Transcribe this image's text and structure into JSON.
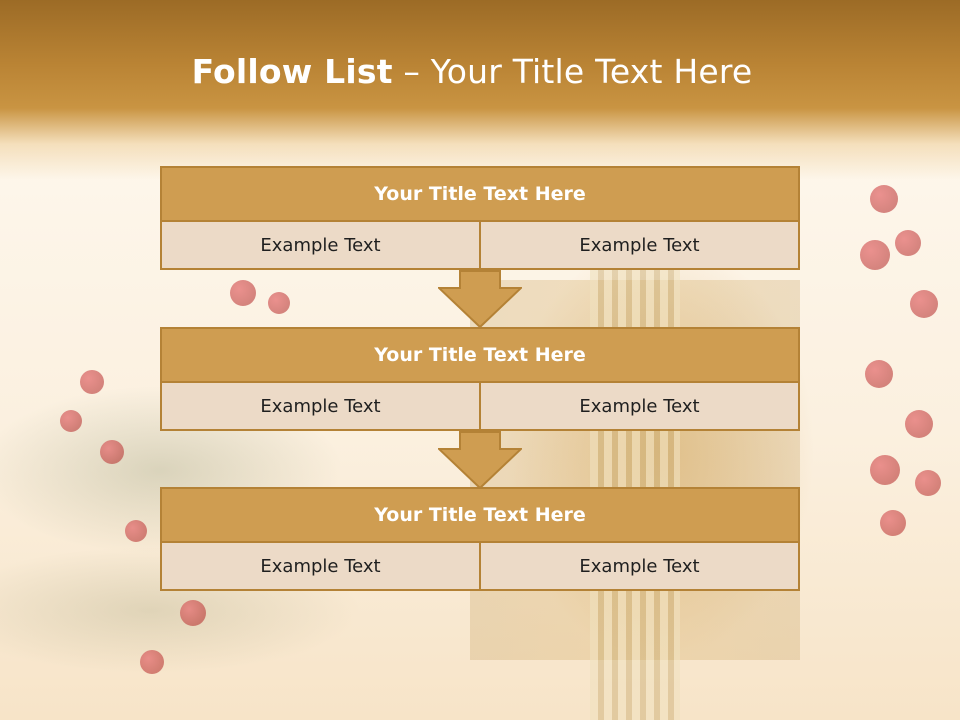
{
  "slide": {
    "title_bold": "Follow List",
    "title_rest": " – Your Title Text Here"
  },
  "blocks": [
    {
      "title": "Your Title Text Here",
      "cells": [
        "Example Text",
        "Example Text"
      ]
    },
    {
      "title": "Your Title Text Here",
      "cells": [
        "Example Text",
        "Example Text"
      ]
    },
    {
      "title": "Your Title Text Here",
      "cells": [
        "Example Text",
        "Example Text"
      ]
    }
  ],
  "colors": {
    "header": "#b98334",
    "title_fill": "#cf9d51",
    "cell_fill": "#ecdac7",
    "border": "#b48236",
    "arrow": "#cf9d51"
  },
  "icons": [
    "down-arrow-icon"
  ]
}
